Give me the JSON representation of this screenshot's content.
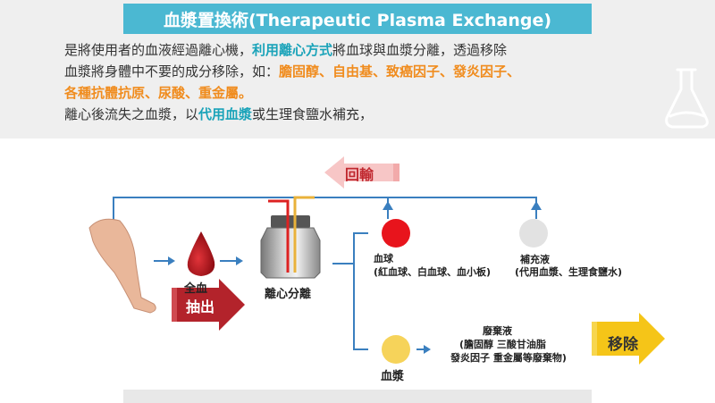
{
  "title": "血漿置換術(Therapeutic Plasma Exchange)",
  "intro": {
    "line1": [
      {
        "text": "是將使用者的血液經過離心機，",
        "style": "plain"
      },
      {
        "text": "利用離心方式",
        "style": "teal"
      },
      {
        "text": "將血球與血漿分離，透過移除",
        "style": "plain"
      }
    ],
    "line2": [
      {
        "text": "血漿將身體中不要的成分移除，如：",
        "style": "plain"
      },
      {
        "text": "膽固醇、自由基、致癌因子、發炎因子、",
        "style": "orange"
      }
    ],
    "line3": [
      {
        "text": "各種抗體抗原、尿酸、重金屬。",
        "style": "orange"
      }
    ],
    "line4": [
      {
        "text": "離心後流失之血漿，以",
        "style": "plain"
      },
      {
        "text": "代用血漿",
        "style": "teal"
      },
      {
        "text": "或生理食鹽水補充，",
        "style": "plain"
      }
    ]
  },
  "diagram": {
    "return_label": "回輸",
    "whole_blood_label": "全血",
    "extract_label": "抽出",
    "centrifuge_label": "離心分離",
    "blood_cells": {
      "title": "血球",
      "detail": "(紅血球、白血球、血小板)"
    },
    "replacement": {
      "title": "補充液",
      "detail": "(代用血漿、生理食鹽水)"
    },
    "plasma_label": "血漿",
    "waste": {
      "title": "廢棄液",
      "line1": "(膽固醇 三酸甘油脂",
      "line2": "發炎因子 重金屬等廢棄物)"
    },
    "remove_label": "移除"
  },
  "colors": {
    "title_bg": "#4bb8d2",
    "teal": "#1aa3b9",
    "orange": "#f08c1e",
    "arrow_blue": "#3a7fbf",
    "red_arrow": "#b3232b",
    "blood_red": "#e8141c",
    "plasma_yellow": "#f6d35a",
    "remove_yellow": "#f5c518"
  }
}
